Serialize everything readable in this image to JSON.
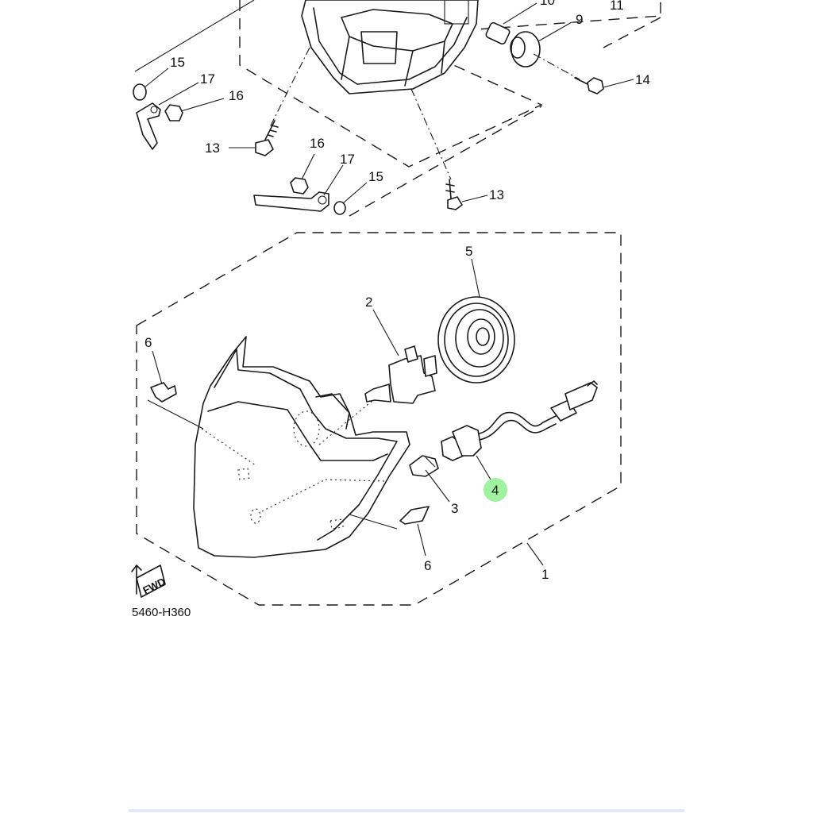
{
  "diagram": {
    "code": "5460-H360",
    "fwd_label": "FWD",
    "callouts": {
      "c1": "1",
      "c2": "2",
      "c3": "3",
      "c4": "4",
      "c5": "5",
      "c6a": "6",
      "c6b": "6",
      "c9": "9",
      "c10": "10",
      "c11": "11",
      "c13a": "13",
      "c13b": "13",
      "c14": "14",
      "c15a": "15",
      "c15b": "15",
      "c16a": "16",
      "c16b": "16",
      "c17a": "17",
      "c17b": "17"
    },
    "highlight": {
      "callout": "4",
      "color": "#8ef08e"
    }
  }
}
